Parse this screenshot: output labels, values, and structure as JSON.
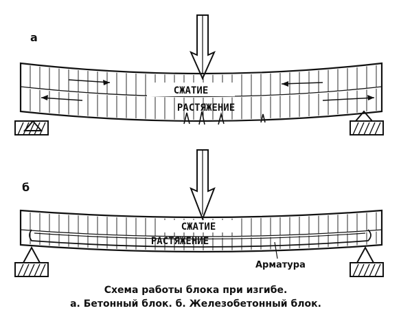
{
  "panels": [
    {
      "label": "а",
      "compression": "СЖАТИЕ",
      "tension": "РАСТЯЖЕНИЕ"
    },
    {
      "label": "б",
      "compression": "СЖАТИЕ",
      "tension": "РАСТЯЖЕНИЕ",
      "rebar_label": "Арматура"
    }
  ],
  "caption": {
    "line1": "Схема работы блока при изгибе.",
    "line2": "а. Бетонный блок. б. Железобетонный блок."
  },
  "colors": {
    "ink": "#111111",
    "paper": "#ffffff"
  }
}
